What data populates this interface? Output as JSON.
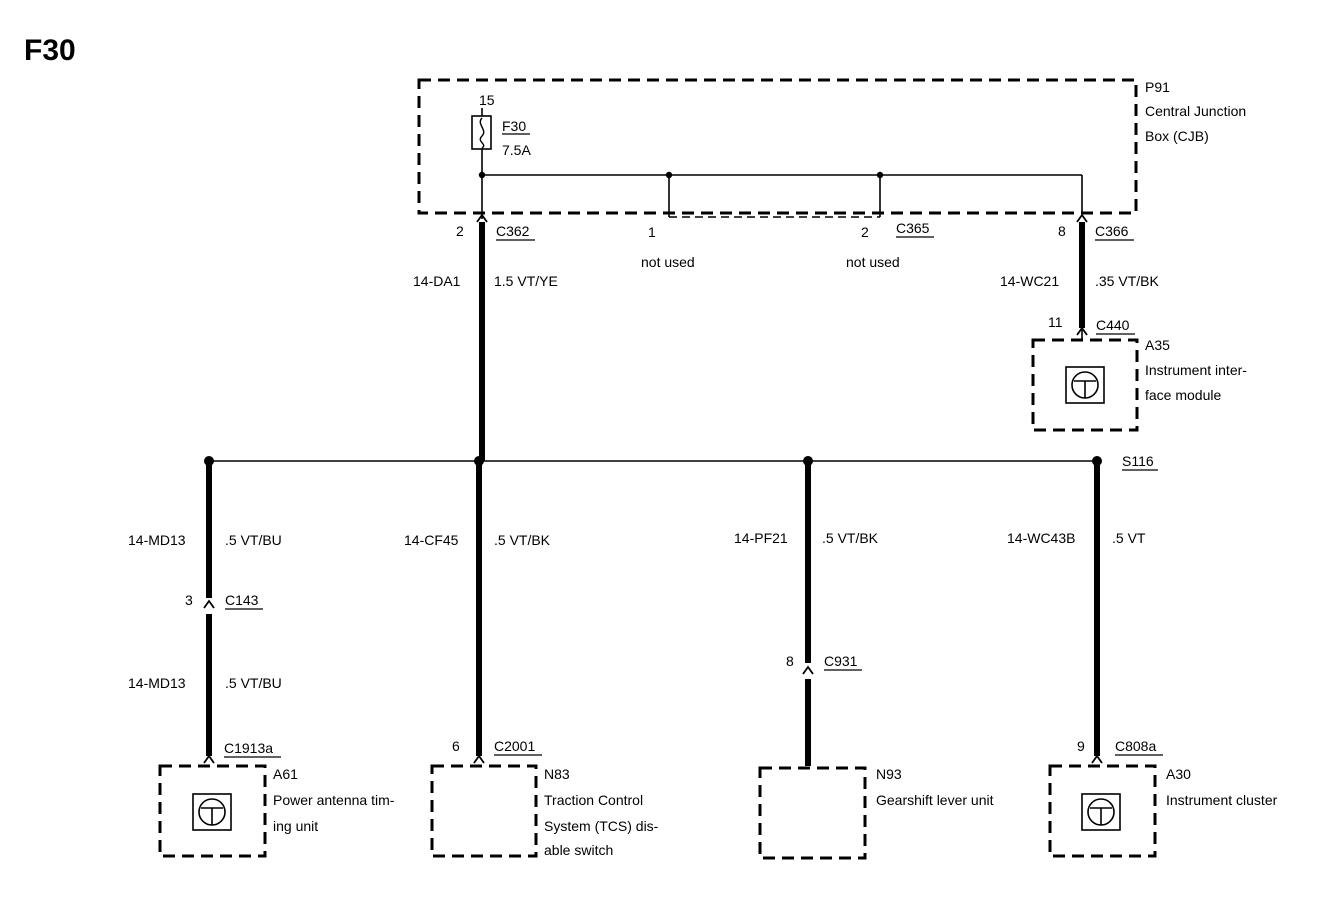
{
  "title": "F30",
  "cjb": {
    "name": "P91",
    "desc_line1": "Central Junction",
    "desc_line2": "Box (CJB)",
    "fuse_pin": "15",
    "fuse_id": "F30",
    "fuse_rating": "7.5A"
  },
  "c362": {
    "pin": "2",
    "connector": "C362",
    "wire_id": "14-DA1",
    "wire_spec": "1.5 VT/YE"
  },
  "c365": {
    "pin1": "1",
    "pin2": "2",
    "connector": "C365",
    "pin1_status": "not used",
    "pin2_status": "not used"
  },
  "c366": {
    "pin": "8",
    "connector": "C366",
    "wire_id": "14-WC21",
    "wire_spec": ".35 VT/BK"
  },
  "a35": {
    "pin": "11",
    "connector": "C440",
    "name": "A35",
    "desc_line1": "Instrument inter-",
    "desc_line2": "face module"
  },
  "splice": {
    "name": "S116"
  },
  "branch_a61": {
    "wire_id_upper": "14-MD13",
    "wire_spec_upper": ".5 VT/BU",
    "inline_pin": "3",
    "inline_connector": "C143",
    "wire_id_lower": "14-MD13",
    "wire_spec_lower": ".5 VT/BU",
    "connector": "C1913a",
    "name": "A61",
    "desc_line1": "Power antenna tim-",
    "desc_line2": "ing unit"
  },
  "branch_n83": {
    "wire_id": "14-CF45",
    "wire_spec": ".5 VT/BK",
    "pin": "6",
    "connector": "C2001",
    "name": "N83",
    "desc_line1": "Traction Control",
    "desc_line2": "System (TCS) dis-",
    "desc_line3": "able switch"
  },
  "branch_n93": {
    "wire_id": "14-PF21",
    "wire_spec": ".5 VT/BK",
    "inline_pin": "8",
    "inline_connector": "C931",
    "name": "N93",
    "desc_line1": "Gearshift lever unit"
  },
  "branch_a30": {
    "wire_id": "14-WC43B",
    "wire_spec": ".5 VT",
    "pin": "9",
    "connector": "C808a",
    "name": "A30",
    "desc_line1": "Instrument cluster"
  },
  "icons": [
    "fuse-icon",
    "electronic-module-icon"
  ]
}
